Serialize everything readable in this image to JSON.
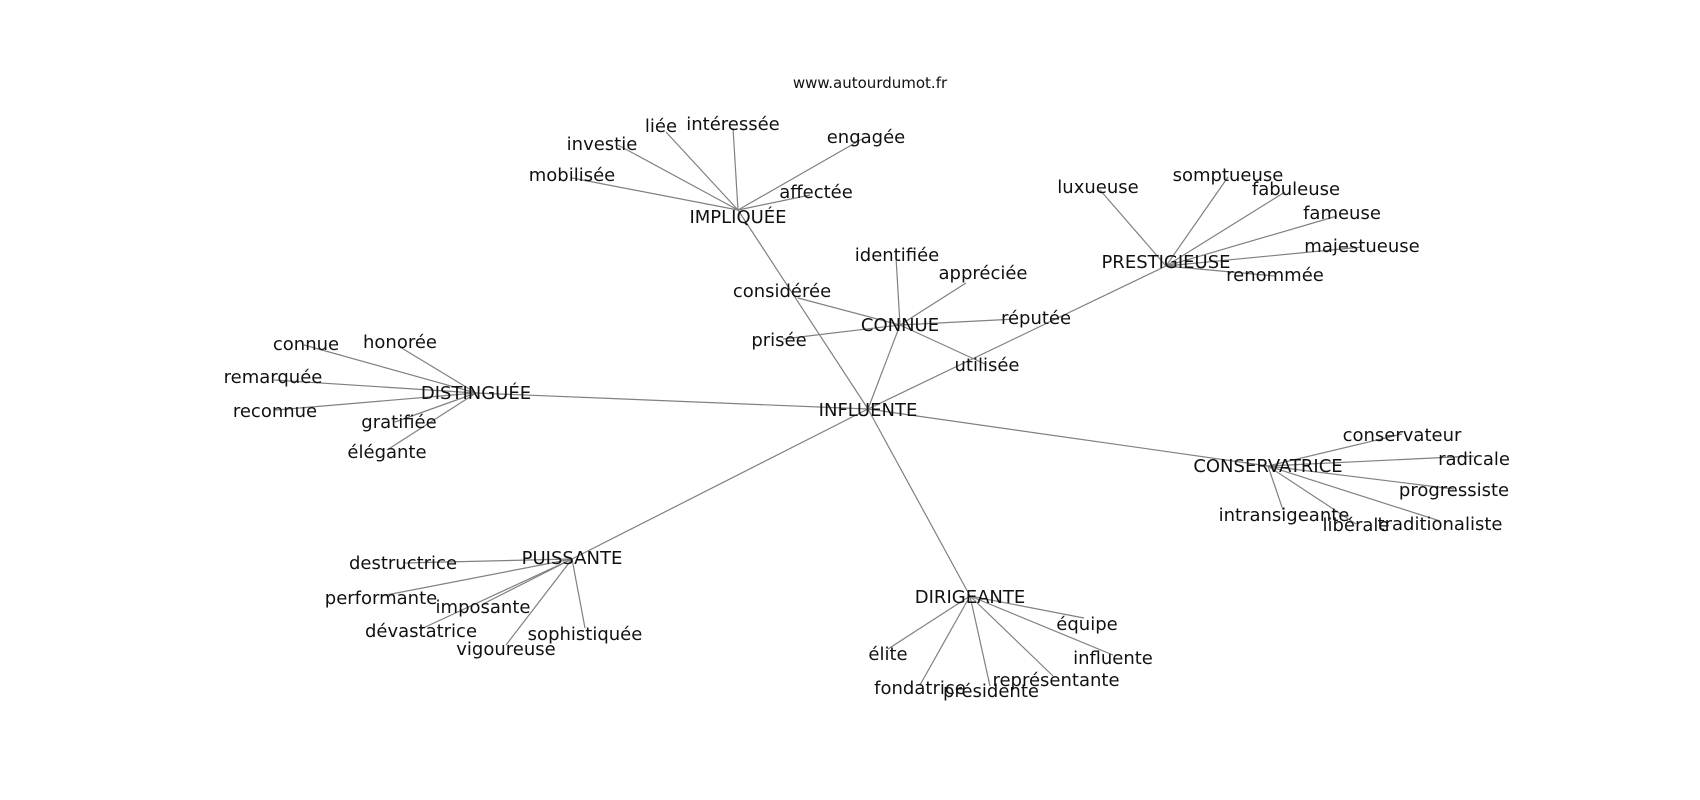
{
  "site_label": "www.autourdumot.fr",
  "graph": {
    "center": "INFLUENTE",
    "clusters": [
      {
        "hub": "IMPLIQUÉE",
        "leaves": [
          "liée",
          "intéressée",
          "investie",
          "engagée",
          "mobilisée",
          "affectée"
        ]
      },
      {
        "hub": "CONNUE",
        "leaves": [
          "identifiée",
          "appréciée",
          "considérée",
          "réputée",
          "prisée",
          "utilisée"
        ]
      },
      {
        "hub": "PRESTIGIEUSE",
        "leaves": [
          "luxueuse",
          "somptueuse",
          "fabuleuse",
          "fameuse",
          "majestueuse",
          "renommée"
        ]
      },
      {
        "hub": "DISTINGUÉE",
        "leaves": [
          "connue",
          "honorée",
          "remarquée",
          "reconnue",
          "gratifiée",
          "élégante"
        ]
      },
      {
        "hub": "CONSERVATRICE",
        "leaves": [
          "conservateur",
          "radicale",
          "progressiste",
          "intransigeante",
          "libérale",
          "traditionaliste"
        ]
      },
      {
        "hub": "PUISSANTE",
        "leaves": [
          "destructrice",
          "performante",
          "imposante",
          "dévastatrice",
          "sophistiquée",
          "vigoureuse"
        ]
      },
      {
        "hub": "DIRIGEANTE",
        "leaves": [
          "équipe",
          "influente",
          "élite",
          "représentante",
          "fondatrice",
          "présidente"
        ]
      }
    ]
  }
}
